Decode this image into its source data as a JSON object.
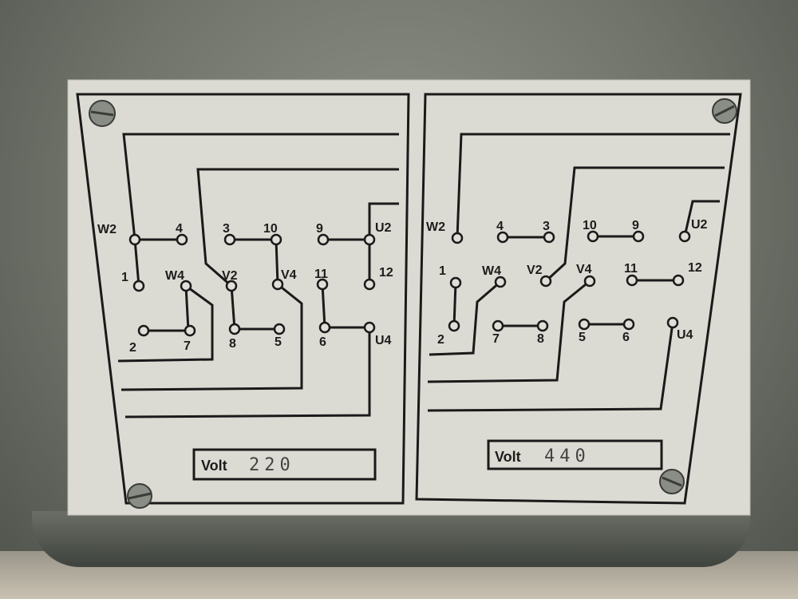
{
  "left_panel": {
    "terminals": {
      "w2": "W2",
      "t4": "4",
      "t3": "3",
      "t10": "10",
      "t9": "9",
      "u2": "U2",
      "t1": "1",
      "w4": "W4",
      "v2": "V2",
      "v4": "V4",
      "t11": "11",
      "t12": "12",
      "t2": "2",
      "t7": "7",
      "t8": "8",
      "t5": "5",
      "t6": "6",
      "u4": "U4"
    },
    "volt_label": "Volt",
    "volt_value": "220"
  },
  "right_panel": {
    "terminals": {
      "w2": "W2",
      "t4": "4",
      "t3": "3",
      "t10": "10",
      "t9": "9",
      "u2": "U2",
      "t1": "1",
      "w4": "W4",
      "v2": "V2",
      "v4": "V4",
      "t11": "11",
      "t12": "12",
      "t2": "2",
      "t7": "7",
      "t8": "8",
      "t5": "5",
      "t6": "6",
      "u4": "U4"
    },
    "volt_label": "Volt",
    "volt_value": "440"
  },
  "colors": {
    "plate": "#dcdbd3",
    "ink": "#1a1a1a",
    "housing": "#6f736a"
  }
}
